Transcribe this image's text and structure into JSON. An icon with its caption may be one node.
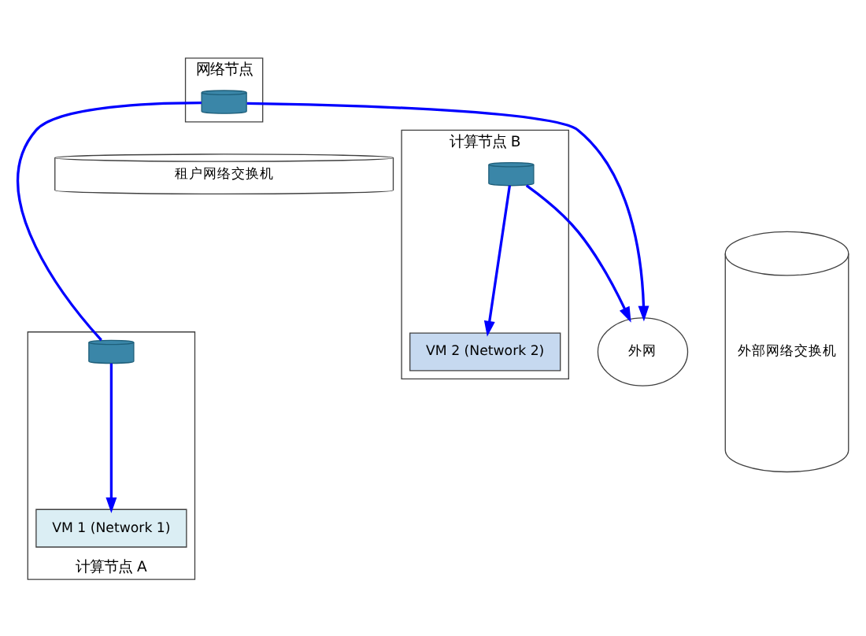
{
  "diagram": {
    "nodes": [
      {
        "text": [
          "网络节点"
        ]
      },
      {
        "text": [],
        "shape": "cylinder",
        "in": 0
      },
      {
        "text": [
          "租户网络交换机"
        ]
      },
      {
        "text": [
          "计算节点 A"
        ]
      },
      {
        "text": [],
        "shape": "cylinder",
        "in": 3
      },
      {
        "text": [
          "VM 1 (Network 1)"
        ],
        "in": 3
      },
      {
        "text": [
          "计算节点 B"
        ]
      },
      {
        "text": [
          "VM 2 (Network 2)"
        ],
        "in": 6
      },
      {
        "text": [],
        "shape": "cylinder",
        "in": 6
      },
      {
        "text": [
          "外部网络交换机"
        ]
      },
      {
        "text": [
          "外网"
        ]
      }
    ],
    "edges": [
      {
        "from": 1,
        "to": 4,
        "arrow": "none"
      },
      {
        "from": 4,
        "to": 5,
        "arrow": "to"
      },
      {
        "from": 1,
        "to": 10,
        "arrow": "to"
      },
      {
        "from": 8,
        "to": 7,
        "arrow": "to"
      },
      {
        "from": 8,
        "to": 10,
        "arrow": "to"
      }
    ]
  }
}
